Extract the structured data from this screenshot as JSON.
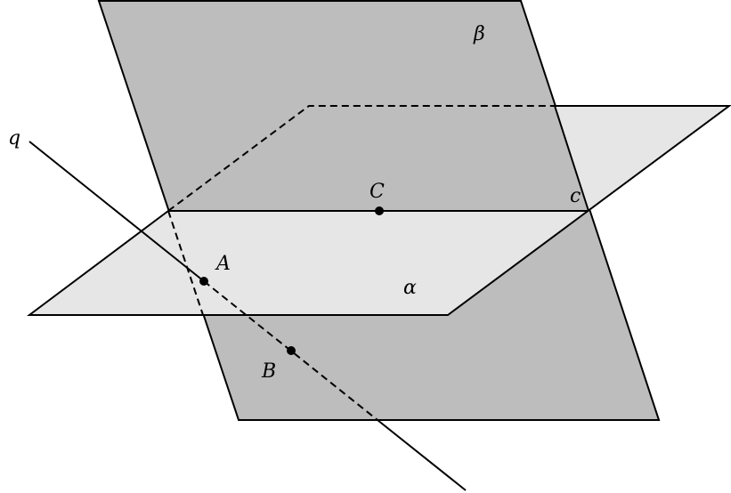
{
  "labels": {
    "plane_beta": "β",
    "plane_alpha": "α",
    "line_q": "q",
    "point_A": "A",
    "point_B": "B",
    "point_C": "C",
    "line_c": "c"
  },
  "colors": {
    "plane_beta_fill": "#bdbdbd",
    "plane_alpha_fill": "#e6e6e6",
    "stroke": "#000000",
    "background": "#ffffff"
  }
}
